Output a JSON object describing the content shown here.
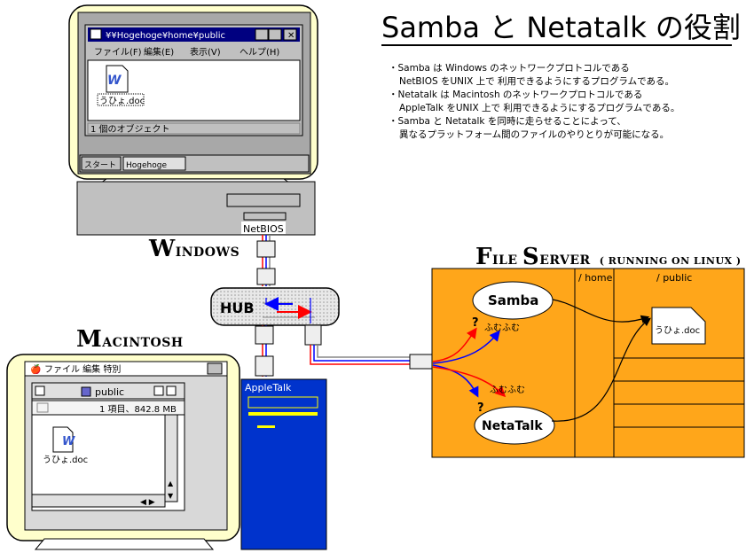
{
  "title": "Samba と Netatalk の役割",
  "bullets": [
    {
      "line1": "・Samba は Windows のネットワークプロトコルである",
      "line2": "NetBIOS をUNIX 上で 利用できるようにするプログラムである。"
    },
    {
      "line1": "・Netatalk は Macintosh のネットワークプロトコルである",
      "line2": "AppleTalk をUNIX 上で 利用できるようにするプログラムである。"
    },
    {
      "line1": "・Samba と Netatalk を同時に走らせることによって、",
      "line2": "異なるプラットフォーム間のファイルのやりとりが可能になる。"
    }
  ],
  "windows": {
    "heading_big": "W",
    "heading_rest": "INDOWS",
    "window_title": "¥¥Hogehoge¥home¥public",
    "menu": [
      "ファイル(F)",
      "編集(E)",
      "表示(V)",
      "ヘルプ(H)"
    ],
    "file_name": "うひょ.doc",
    "status": "1 個のオブジェクト",
    "start_label": "スタート",
    "task_label": "Hogehoge",
    "port_label": "NetBIOS"
  },
  "mac": {
    "heading_big": "M",
    "heading_rest": "ACINTOSH",
    "menubar": "ファイル 編集 特別",
    "window_title": "public",
    "info": "1 項目、842.8 MB",
    "file_name": "うひょ.doc",
    "port_label": "AppleTalk"
  },
  "hub": {
    "label": "HUB"
  },
  "server": {
    "heading_big": "F",
    "heading_rest1": "ILE ",
    "heading_big2": "S",
    "heading_rest2": "ERVER",
    "heading_sub": "( RUNNING ON LINUX )",
    "dir_home": "/ home",
    "dir_public": "/ public",
    "samba": "Samba",
    "netatalk": "NetaTalk",
    "file_name": "うひょ.doc",
    "q_mark": "?",
    "fumu": "ふむふむ"
  },
  "colors": {
    "server_fill": "#FFA61A",
    "mac_tower": "#0033CC",
    "bezel": "#FFFFCC",
    "signal_red": "#FF0000",
    "signal_blue": "#0000FF"
  }
}
